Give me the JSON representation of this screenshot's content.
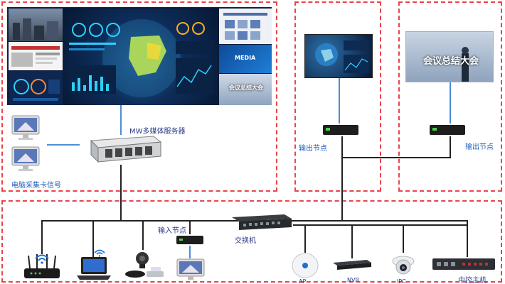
{
  "labels": {
    "server": "MW多媒体服务器",
    "capture": "电脑采集卡信号",
    "output_node_1": "输出节点",
    "output_node_2": "输出节点",
    "input_node": "输入节点",
    "switch": "交换机",
    "nvr": "NVR",
    "ipc": "IPC",
    "ap": "AP",
    "central_control": "中控主机"
  },
  "wall_texts": {
    "right_slide": "会议总结大会",
    "small_slide": "会议总结大会",
    "brand": "MEDIA"
  },
  "colors": {
    "dash": "#e9454b",
    "label_blue": "#1f5fbf",
    "link_blue": "#4a8fd6",
    "wire": "#222222"
  }
}
